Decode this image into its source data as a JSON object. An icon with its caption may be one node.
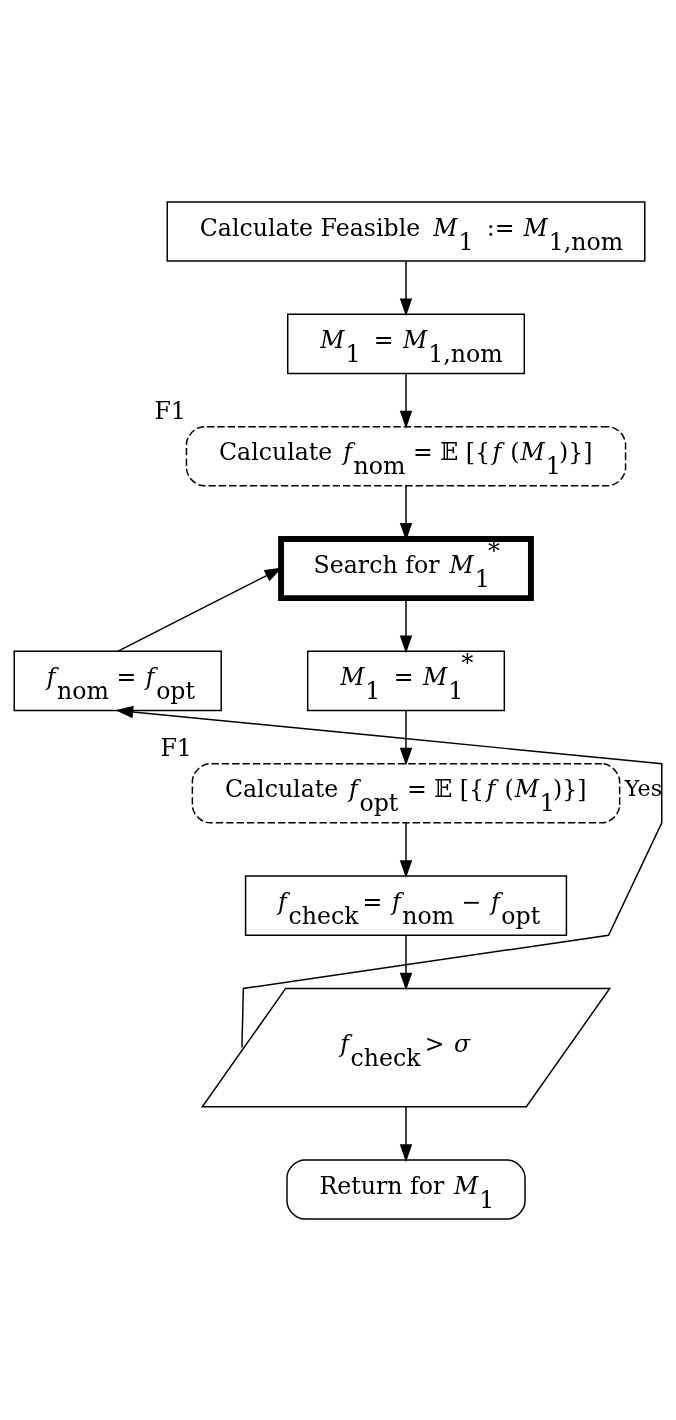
{
  "diagram": {
    "nodes": [
      {
        "text": [
          "Calculate Feasible *M*$_{1}$ := *M*$_{1,nom}$"
        ]
      },
      {
        "text": [
          "*M*$_{1}$ = *M*$_{1,nom}$"
        ]
      },
      {
        "text": [
          "Calculate *f*$_{nom}$ = 𝔼 [{*f* (*M*$_{1}$)}]"
        ],
        "beside": [
          "F1"
        ]
      },
      {
        "text": [
          "Search for *M*$_{1}$$^{*}$"
        ]
      },
      {
        "text": [
          "*M*$_{1}$ = *M*$_{1}$$^{*}$"
        ]
      },
      {
        "text": [
          "Calculate *f*$_{opt}$ = 𝔼 [{*f* (*M*$_{1}$)}]"
        ],
        "beside": [
          "F1"
        ]
      },
      {
        "text": [
          "*f*$_{check}$ = *f*$_{nom}$ − *f*$_{opt}$"
        ]
      },
      {
        "text": [
          "*f*$_{check}$ > *σ*"
        ]
      },
      {
        "text": [
          "Return for *M*$_{1}$"
        ]
      },
      {
        "text": [
          "*f*$_{nom}$ = *f*$_{opt}$"
        ]
      }
    ],
    "edges": [
      {
        "from": 0,
        "to": 1,
        "arrow": "to"
      },
      {
        "from": 1,
        "to": 2,
        "arrow": "to"
      },
      {
        "from": 2,
        "to": 3,
        "arrow": "to"
      },
      {
        "from": 3,
        "to": 4,
        "arrow": "to"
      },
      {
        "from": 4,
        "to": 5,
        "arrow": "to"
      },
      {
        "from": 5,
        "to": 6,
        "arrow": "to"
      },
      {
        "from": 6,
        "to": 7,
        "arrow": "to"
      },
      {
        "from": 7,
        "to": 9,
        "arrow": "to",
        "label": "Yes"
      },
      {
        "from": 9,
        "to": 3,
        "arrow": "to"
      },
      {
        "from": 7,
        "to": 8,
        "arrow": "to"
      }
    ]
  }
}
